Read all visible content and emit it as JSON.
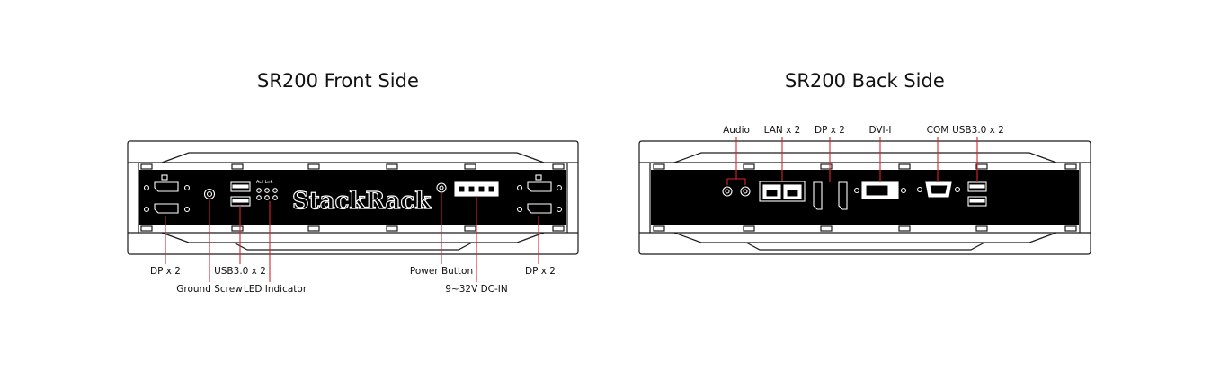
{
  "front": {
    "title": "SR200 Front Side",
    "brand": "StackRack",
    "led_text": "Act Lnk",
    "labels": {
      "dp_left": "DP x 2",
      "ground": "Ground Screw",
      "usb": "USB3.0 x 2",
      "led": "LED Indicator",
      "power": "Power Button",
      "dcin": "9~32V DC-IN",
      "dp_right": "DP x 2"
    }
  },
  "back": {
    "title": "SR200 Back Side",
    "labels": {
      "audio": "Audio",
      "lan": "LAN x 2",
      "dp": "DP x 2",
      "dvi": "DVI-I",
      "com": "COM",
      "usb": "USB3.0 x 2"
    }
  },
  "colors": {
    "callout_line": "#d7262d",
    "outline": "#1a1a1a",
    "panel": "#000000"
  }
}
